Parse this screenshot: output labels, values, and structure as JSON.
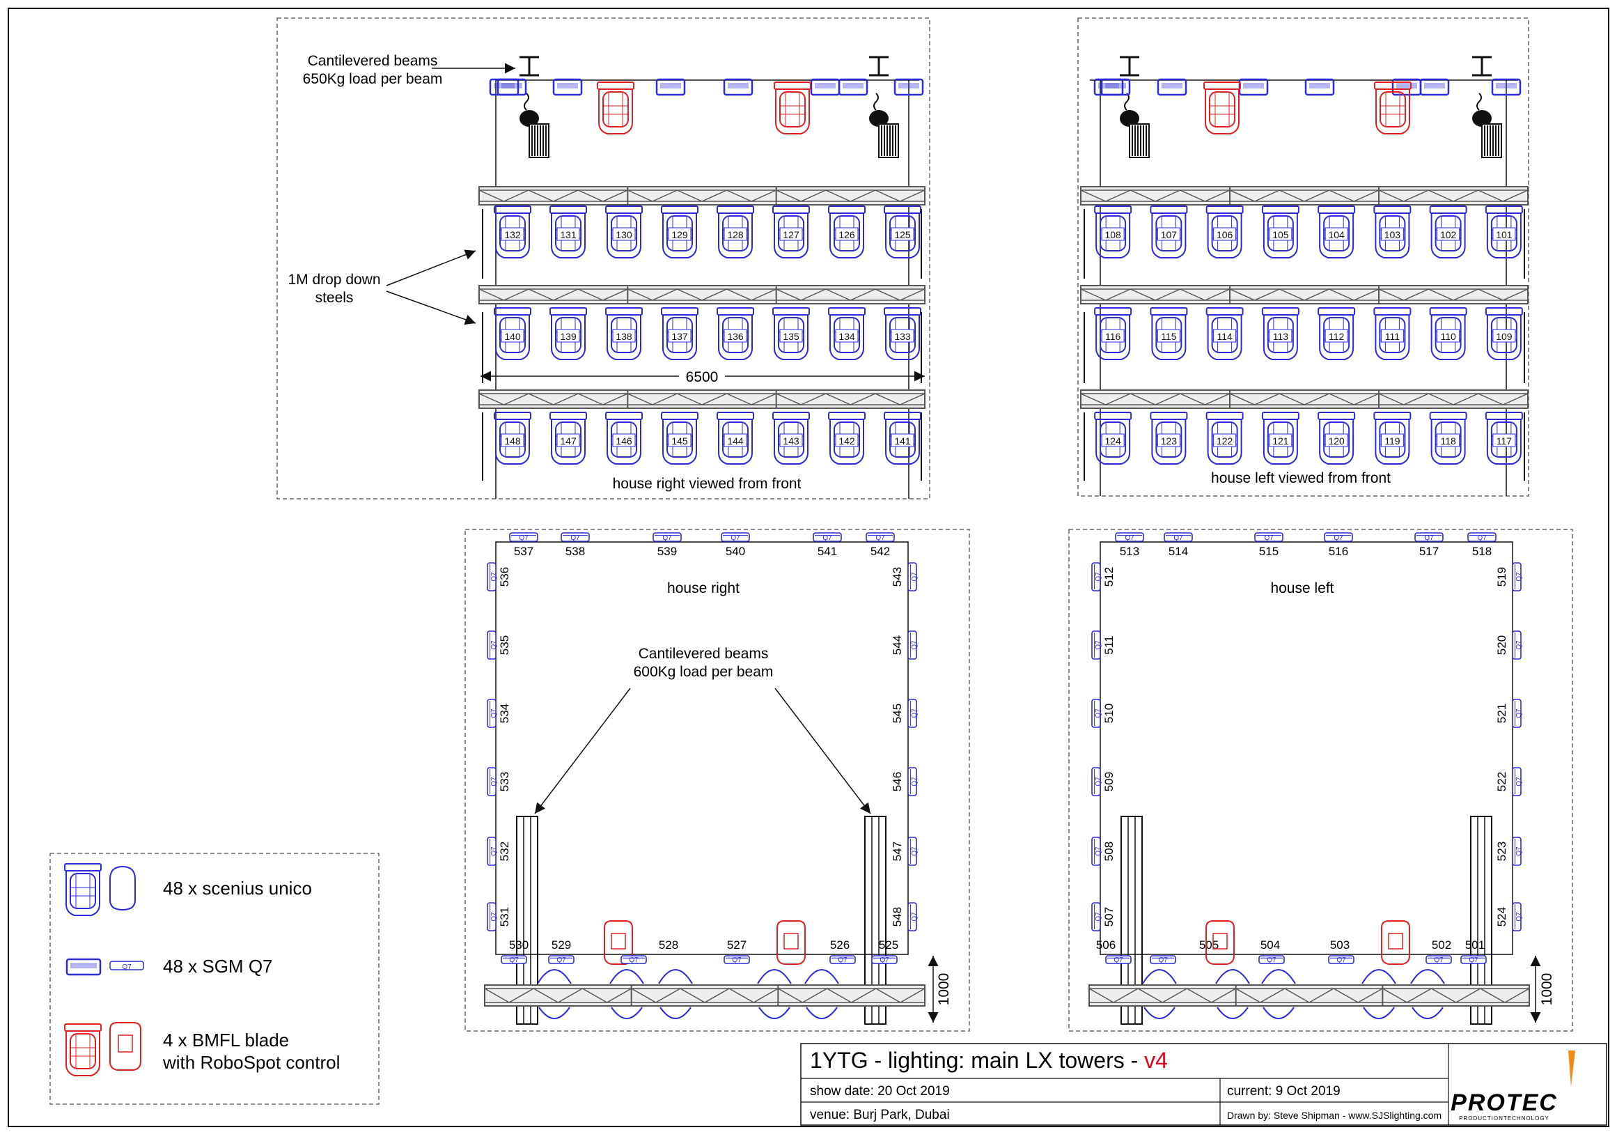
{
  "colors": {
    "fixture": "#2a2ad8",
    "blade": "#e02020",
    "line": "#111111",
    "truss": "#555555",
    "dash": "#666666",
    "accent_red": "#e0001b",
    "logo_orange": "#f08a10"
  },
  "elevations": {
    "right": {
      "caption": "house right viewed from front",
      "cantilever_note": [
        "Cantilevered beams",
        "650Kg load per beam"
      ],
      "drop_note": [
        "1M drop down",
        "steels"
      ],
      "dimension": "6500",
      "rows": [
        [
          "132",
          "131",
          "130",
          "129",
          "128",
          "127",
          "126",
          "125"
        ],
        [
          "140",
          "139",
          "138",
          "137",
          "136",
          "135",
          "134",
          "133"
        ],
        [
          "148",
          "147",
          "146",
          "145",
          "144",
          "143",
          "142",
          "141"
        ]
      ]
    },
    "left": {
      "caption": "house left viewed from front",
      "rows": [
        [
          "108",
          "107",
          "106",
          "105",
          "104",
          "103",
          "102",
          "101"
        ],
        [
          "116",
          "115",
          "114",
          "113",
          "112",
          "111",
          "110",
          "109"
        ],
        [
          "124",
          "123",
          "122",
          "121",
          "120",
          "119",
          "118",
          "117"
        ]
      ]
    }
  },
  "plans": {
    "right": {
      "title": "house right",
      "beam_note": [
        "Cantilevered beams",
        "600Kg load per beam"
      ],
      "dimension": "1000",
      "q7_label": "Q7",
      "top": [
        "537",
        "538",
        "539",
        "540",
        "541",
        "542"
      ],
      "left_side": [
        "536",
        "535",
        "534",
        "533",
        "532",
        "531"
      ],
      "right_side": [
        "543",
        "544",
        "545",
        "546",
        "547",
        "548"
      ],
      "bottom": [
        "530",
        "529",
        "528",
        "527",
        "526",
        "525"
      ]
    },
    "left": {
      "title": "house left",
      "dimension": "1000",
      "q7_label": "Q7",
      "top": [
        "513",
        "514",
        "515",
        "516",
        "517",
        "518"
      ],
      "left_side": [
        "512",
        "511",
        "510",
        "509",
        "508",
        "507"
      ],
      "right_side": [
        "519",
        "520",
        "521",
        "522",
        "523",
        "524"
      ],
      "bottom": [
        "506",
        "505",
        "504",
        "503",
        "502",
        "501"
      ]
    }
  },
  "legend": {
    "items": [
      {
        "label": "48 x scenius unico"
      },
      {
        "label": "48 x SGM Q7",
        "icon_text": "Q7"
      },
      {
        "label": "4 x BMFL blade",
        "label2": "with RoboSpot control"
      }
    ]
  },
  "title_block": {
    "title": "1YTG - lighting: main LX towers - ",
    "version": "v4",
    "show_date": "show date:  20 Oct 2019",
    "current": "current: 9 Oct 2019",
    "venue": "venue: Burj Park, Dubai",
    "drawn_by": "Drawn by: Steve Shipman - www.SJSlighting.com",
    "logo": "PROTEC",
    "logo_sub": "PRODUCTIONTECHNOLOGY"
  }
}
